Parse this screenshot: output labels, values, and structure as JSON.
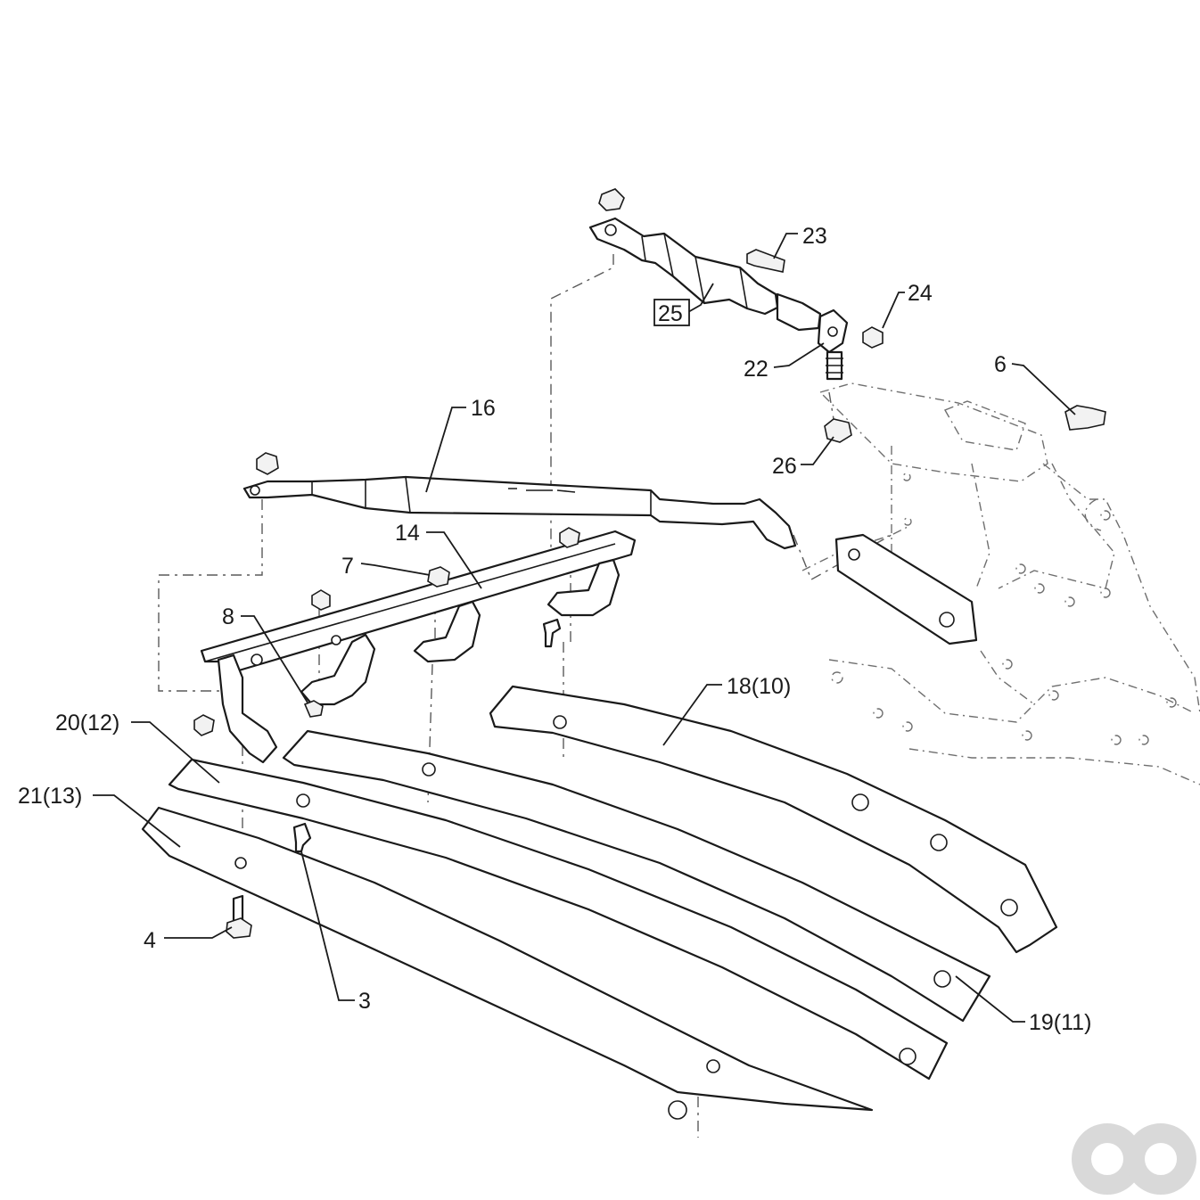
{
  "callouts": {
    "c23": "23",
    "c24": "24",
    "c25": "25",
    "c22": "22",
    "c6": "6",
    "c16": "16",
    "c26": "26",
    "c14": "14",
    "c7": "7",
    "c8": "8",
    "c18": "18(10)",
    "c20": "20(12)",
    "c21": "21(13)",
    "c4": "4",
    "c3": "3",
    "c19": "19(11)"
  },
  "logo": {
    "icon": "watermark-logo-icon",
    "color": "#d9d9d9"
  }
}
